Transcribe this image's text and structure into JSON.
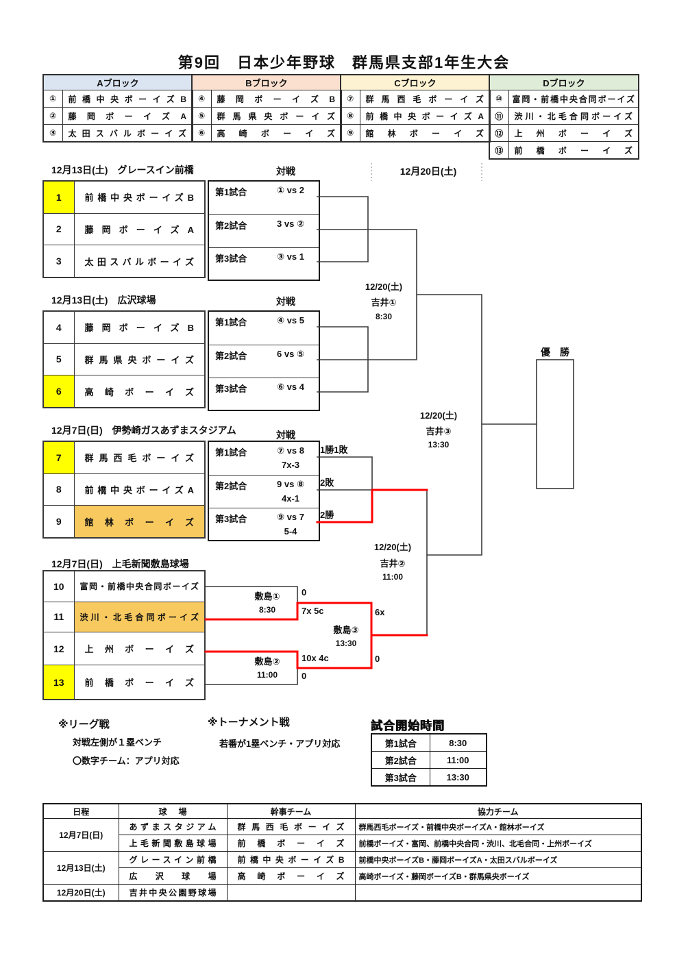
{
  "page": {
    "title": "第9回　日本少年野球　群馬県支部1年生大会"
  },
  "colors": {
    "winner_path_red": "#FF0000",
    "highlight_yellow": "#FFFF00",
    "highlight_gold": "#F7C95F",
    "block_a_header": "#DBE5F1",
    "block_b_header": "#FBE0D0",
    "block_c_header": "#FDF3D2",
    "block_d_header": "#DFECD8"
  },
  "blocks": [
    {
      "label": "Aブロック",
      "teams": [
        {
          "no": "①",
          "name": "前橋中央ボーイズB"
        },
        {
          "no": "②",
          "name": "藤岡ボーイズA"
        },
        {
          "no": "③",
          "name": "太田スバルボーイズ"
        }
      ]
    },
    {
      "label": "Bブロック",
      "teams": [
        {
          "no": "④",
          "name": "藤岡ボーイズB"
        },
        {
          "no": "⑤",
          "name": "群馬県央ボーイズ"
        },
        {
          "no": "⑥",
          "name": "高崎ボーイズ"
        }
      ]
    },
    {
      "label": "Cブロック",
      "teams": [
        {
          "no": "⑦",
          "name": "群馬西毛ボーイズ"
        },
        {
          "no": "⑧",
          "name": "前橋中央ボーイズA"
        },
        {
          "no": "⑨",
          "name": "館林ボーイズ"
        }
      ]
    },
    {
      "label": "Dブロック",
      "teams": [
        {
          "no": "⑩",
          "name": "富岡・前橋中央合同ボーイズ"
        },
        {
          "no": "⑪",
          "name": "渋川・北毛合同ボーイズ"
        },
        {
          "no": "⑫",
          "name": "上州ボーイズ"
        },
        {
          "no": "⑬",
          "name": "前橋ボーイズ"
        }
      ]
    }
  ],
  "vs_label": "対戦",
  "venues": [
    {
      "title": "12月13日(土)　グレースイン前橋",
      "teams": [
        {
          "no": "1",
          "name": "前橋中央ボーイズB"
        },
        {
          "no": "2",
          "name": "藤岡ボーイズA"
        },
        {
          "no": "3",
          "name": "太田スバルボーイズ"
        }
      ],
      "games": [
        {
          "label": "第1試合",
          "pairing": "① vs 2"
        },
        {
          "label": "第2試合",
          "pairing": "3 vs ②"
        },
        {
          "label": "第3試合",
          "pairing": "③ vs 1"
        }
      ]
    },
    {
      "title": "12月13日(土)　広沢球場",
      "teams": [
        {
          "no": "4",
          "name": "藤岡ボーイズB"
        },
        {
          "no": "5",
          "name": "群馬県央ボーイズ"
        },
        {
          "no": "6",
          "name": "高崎ボーイズ"
        }
      ],
      "games": [
        {
          "label": "第1試合",
          "pairing": "④ vs 5"
        },
        {
          "label": "第2試合",
          "pairing": "6 vs ⑤"
        },
        {
          "label": "第3試合",
          "pairing": "⑥ vs 4"
        }
      ]
    },
    {
      "title": "12月7日(日)　伊勢崎ガスあずまスタジアム",
      "teams": [
        {
          "no": "7",
          "name": "群馬西毛ボーイズ"
        },
        {
          "no": "8",
          "name": "前橋中央ボーイズA"
        },
        {
          "no": "9",
          "name": "館林ボーイズ"
        }
      ],
      "games": [
        {
          "label": "第1試合",
          "pairing": "⑦ vs 8",
          "result": "7x-3"
        },
        {
          "label": "第2試合",
          "pairing": "9 vs ⑧",
          "result": "4x-1"
        },
        {
          "label": "第3試合",
          "pairing": "⑨ vs 7",
          "result": "5-4"
        }
      ],
      "records": [
        "1勝1敗",
        "2敗",
        "2勝"
      ]
    },
    {
      "title": "12月7日(日)　上毛新聞敷島球場",
      "teams": [
        {
          "no": "10",
          "name": "富岡・前橋中央合同ボーイズ"
        },
        {
          "no": "11",
          "name": "渋川・北毛合同ボーイズ"
        },
        {
          "no": "12",
          "name": "上州ボーイズ"
        },
        {
          "no": "13",
          "name": "前橋ボーイズ"
        }
      ]
    }
  ],
  "bracket": {
    "round2_header": "12月20日(土)",
    "yoshii1": {
      "date": "12/20(土)",
      "name": "吉井①",
      "time": "8:30"
    },
    "yoshii2": {
      "date": "12/20(土)",
      "name": "吉井②",
      "time": "11:00"
    },
    "yoshii3": {
      "date": "12/20(土)",
      "name": "吉井③",
      "time": "13:30"
    },
    "shikishima1": {
      "name": "敷島①",
      "time": "8:30",
      "score_top": "0",
      "score_bottom": "7x 5c"
    },
    "shikishima2": {
      "name": "敷島②",
      "time": "11:00",
      "score_top": "10x 4c",
      "score_bottom": "0"
    },
    "shikishima3": {
      "name": "敷島③",
      "time": "13:30",
      "score_top": "6x",
      "score_bottom": "0"
    },
    "champion_label": "優　勝"
  },
  "legend": {
    "league_title": "※リーグ戦",
    "league_note1": "対戦左側が１塁ベンチ",
    "league_note2": "〇数字チーム：アプリ対応",
    "tournament_title": "※トーナメント戦",
    "tournament_note": "若番が1塁ベンチ・アプリ対応",
    "start_times_title": "試合開始時間",
    "start_times": [
      {
        "game": "第1試合",
        "time": "8:30"
      },
      {
        "game": "第2試合",
        "time": "11:00"
      },
      {
        "game": "第3試合",
        "time": "13:30"
      }
    ]
  },
  "schedule": {
    "headers": [
      "日程",
      "球場",
      "幹事チーム",
      "協力チーム"
    ],
    "rows": [
      {
        "date": "12月7日(日)",
        "venue": "あずまスタジアム",
        "manager": "群馬西毛ボーイズ",
        "support": "群馬西毛ボーイズ・前橋中央ボーイズA・館林ボーイズ"
      },
      {
        "venue": "上毛新聞敷島球場",
        "manager": "前橋ボーイズ",
        "support": "前橋ボーイズ・富岡、前橋中央合同・渋川、北毛合同・上州ボーイズ"
      },
      {
        "date": "12月13日(土)",
        "venue": "グレースイン前橋",
        "manager": "前橋中央ボーイズB",
        "support": "前橋中央ボーイズB・藤岡ボーイズA・太田スバルボーイズ"
      },
      {
        "venue": "広沢球場",
        "manager": "高崎ボーイズ",
        "support": "高崎ボーイズ・藤岡ボーイズB・群馬県央ボーイズ"
      },
      {
        "date": "12月20日(土)",
        "venue": "吉井中央公園野球場",
        "manager": "",
        "support": ""
      }
    ]
  }
}
